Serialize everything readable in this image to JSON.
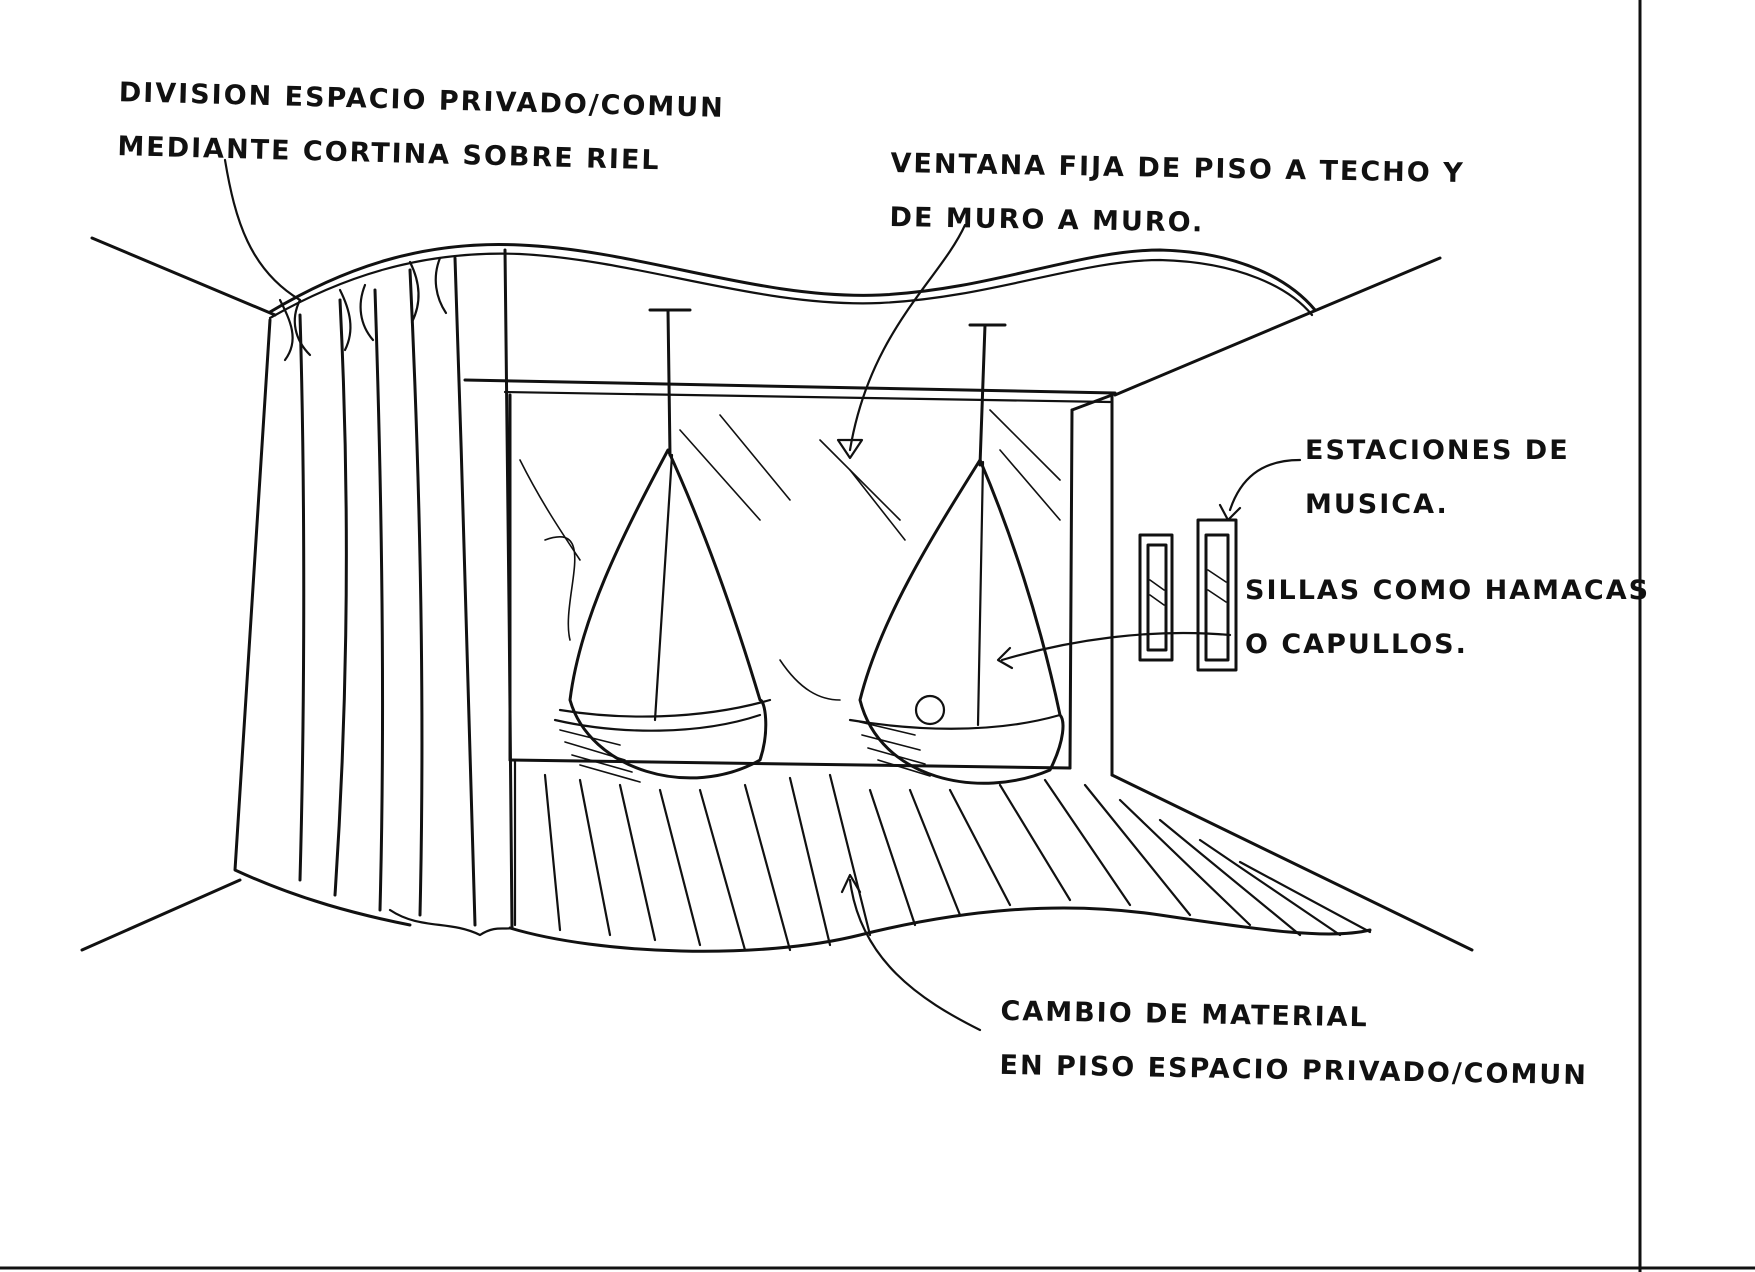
{
  "annotations": {
    "curtain": {
      "line1": "Division espacio privado/comun",
      "line2": "mediante cortina sobre riel"
    },
    "window": {
      "line1": "Ventana fija de piso a techo y",
      "line2": "de muro a muro."
    },
    "music": {
      "line1": "Estaciones de",
      "line2": "musica."
    },
    "chairs": {
      "line1": "Sillas como hamacas",
      "line2": "o capullos."
    },
    "floor": {
      "line1": "Cambio de material",
      "line2": "en piso espacio privado/comun"
    }
  },
  "colors": {
    "ink": "#111111",
    "paper": "#ffffff"
  }
}
